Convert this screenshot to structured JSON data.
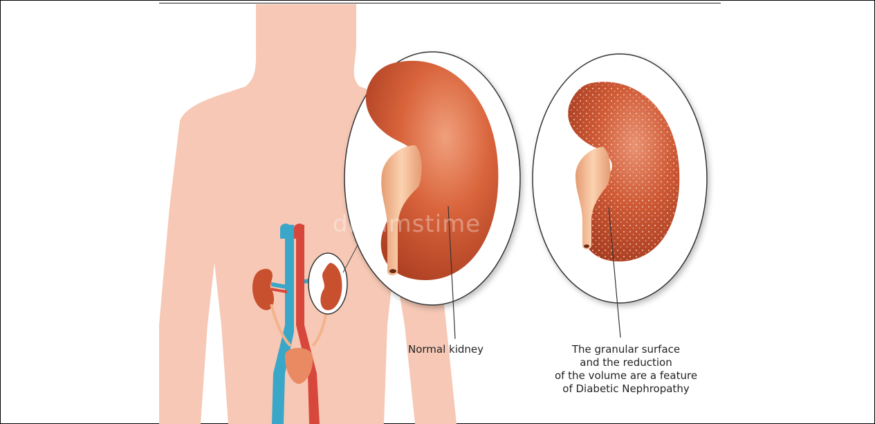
{
  "labels": {
    "normal_kidney": "Normal kidney",
    "diabetic_lines": [
      "The granular surface",
      "and the reduction",
      "of the volume are a feature",
      "of Diabetic Nephropathy"
    ]
  },
  "watermark": "dreamstime",
  "colors": {
    "skin": "#f6c8b5",
    "kidney": "#c8502e",
    "kidney_light": "#e98a62",
    "ureter": "#f2b48a",
    "artery": "#d8473b",
    "vein": "#3aa6c8",
    "outline": "#333333"
  }
}
